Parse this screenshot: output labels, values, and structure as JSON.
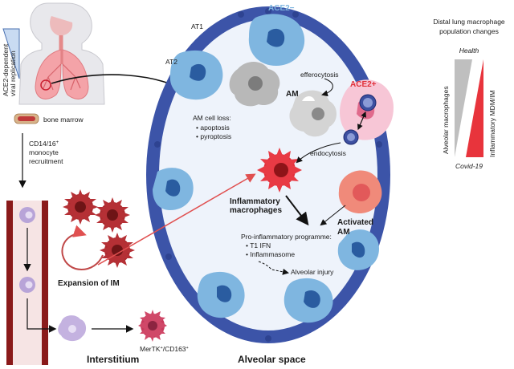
{
  "left": {
    "viral_replication_line1": "ACE2-dependent",
    "viral_replication_line2": "viral replication",
    "bone_marrow": "bone marrow",
    "monocyte_line1": "CD14/16",
    "monocyte_sup": "+",
    "monocyte_line2": "monocyte",
    "monocyte_line3": "recruitment",
    "expansion": "Expansion of IM",
    "mertk_main": "MerTK",
    "mertk_sup1": "+",
    "mertk_mid": "/CD163",
    "mertk_sup2": "+",
    "interstitium": "Interstitium"
  },
  "alveolus": {
    "at1": "AT1",
    "at2": "AT2",
    "ace2_minus": "ACE2−",
    "ace2_plus": "ACE2+",
    "efferocytosis": "efferocytosis",
    "am": "AM",
    "am_loss_title": "AM cell loss:",
    "am_loss_items": [
      "apoptosis",
      "pyroptosis"
    ],
    "endocytosis": "endocytosis",
    "inflam_line1": "Inflammatory",
    "inflam_line2": "macrophages",
    "activated_line1": "Activated",
    "activated_line2": "AM",
    "programme_title": "Pro-inflammatory programme:",
    "programme_items": [
      "T1 IFN",
      "Inflammasome"
    ],
    "alveolar_injury": "Alveolar injury",
    "alveolar_space": "Alveolar space"
  },
  "right": {
    "title_line1": "Distal lung macrophage",
    "title_line2": "population changes",
    "health": "Health",
    "covid": "Covid-19",
    "alveolar_macrophages": "Alveolar macrophages",
    "inflammatory_mdm": "Inflammatory MDM/IM"
  },
  "colors": {
    "epithelium_blue": "#3c54a8",
    "alveolar_space": "#eef3fb",
    "ace2_minus_blue": "#7fb6e0",
    "ace2_plus_red": "#e0303a",
    "vessel_red": "#8a1a1a",
    "macrophage_red": "#d8383f",
    "monocyte_purple": "#b8a4d8",
    "grey_am": "#b8b8b8",
    "covid_red": "#e8343c"
  }
}
